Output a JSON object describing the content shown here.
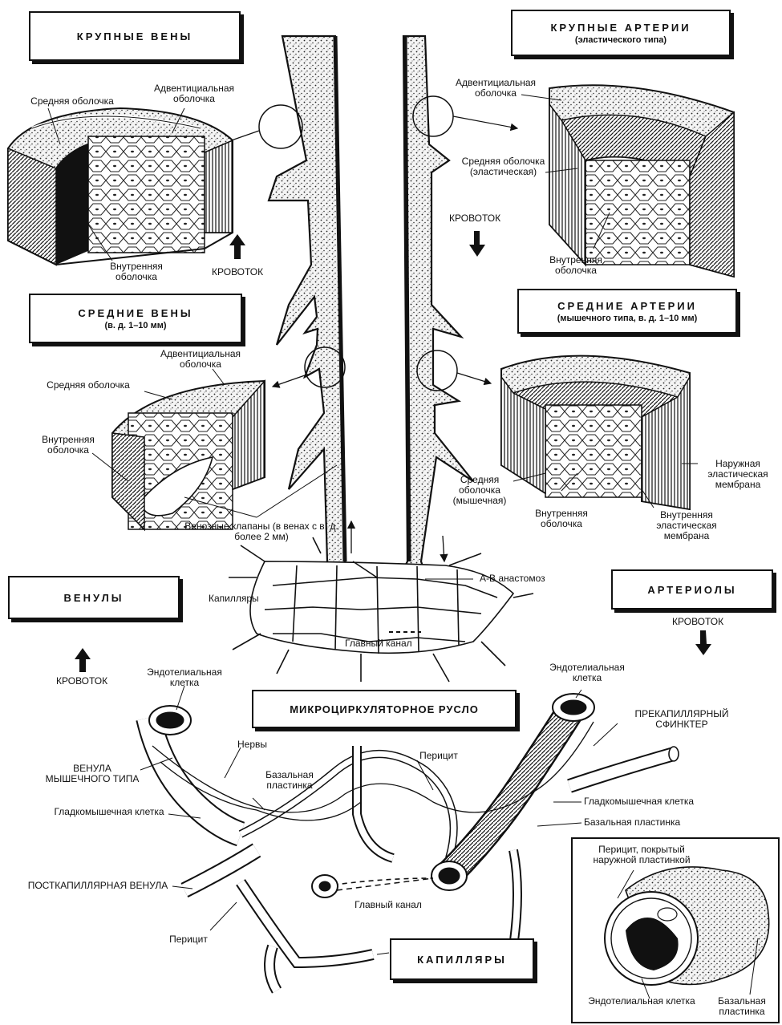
{
  "titles": {
    "large_veins": "КРУПНЫЕ ВЕНЫ",
    "large_arteries": "КРУПНЫЕ АРТЕРИИ",
    "large_arteries_sub": "(эластического типа)",
    "medium_veins": "СРЕДНИЕ ВЕНЫ",
    "medium_veins_sub": "(в. д. 1–10 мм)",
    "medium_arteries": "СРЕДНИЕ АРТЕРИИ",
    "medium_arteries_sub": "(мышечного типа, в. д. 1–10 мм)",
    "venules": "ВЕНУЛЫ",
    "arterioles": "АРТЕРИОЛЫ",
    "microcirculation": "МИКРОЦИРКУЛЯТОРНОЕ РУСЛО",
    "capillaries": "КАПИЛЛЯРЫ"
  },
  "flow": {
    "large_veins": "КРОВОТОК",
    "large_arteries": "КРОВОТОК",
    "venules": "КРОВОТОК",
    "arterioles": "КРОВОТОК"
  },
  "labels": {
    "lv_media": "Средняя оболочка",
    "lv_adventitia": "Адвентициальная оболочка",
    "lv_intima": "Внутренняя оболочка",
    "la_adventitia": "Адвентициальная оболочка",
    "la_media": "Средняя оболочка (эластическая)",
    "la_intima": "Внутренняя оболочка",
    "mv_adventitia": "Адвентициальная оболочка",
    "mv_media": "Средняя оболочка",
    "mv_intima": "Внутренняя оболочка",
    "valves": "Венозные клапаны (в венах с в. д. более 2 мм)",
    "ma_media": "Средняя оболочка (мышечная)",
    "ma_intima": "Внутренняя оболочка",
    "ma_internal_elastic": "Внутренняя эластическая мембрана",
    "ma_external_elastic": "Наружная эластическая мембрана",
    "av_anastomosis": "А-В анастомоз",
    "capillaries_net": "Капилляры",
    "main_channel_top": "Главный канал",
    "endothelial_left": "Эндотелиальная клетка",
    "endothelial_right": "Эндотелиальная клетка",
    "muscular_venule": "ВЕНУЛА МЫШЕЧНОГО ТИПА",
    "nerves": "Нервы",
    "basal_lamina_left": "Базальная пластинка",
    "smooth_muscle_left": "Гладкомышечная клетка",
    "postcapillary_venule": "ПОСТКАПИЛЛЯРНАЯ ВЕНУЛА",
    "pericyte_bottom": "Перицит",
    "pericyte_top": "Перицит",
    "main_channel_bottom": "Главный канал",
    "precapillary_sphincter": "ПРЕКАПИЛЛЯРНЫЙ СФИНКТЕР",
    "smooth_muscle_right": "Гладкомышечная клетка",
    "basal_lamina_right": "Базальная пластинка",
    "inset_pericyte": "Перицит, покрытый наружной пластинкой",
    "inset_endothelial": "Эндотелиальная клетка",
    "inset_basal": "Базальная пластинка"
  }
}
